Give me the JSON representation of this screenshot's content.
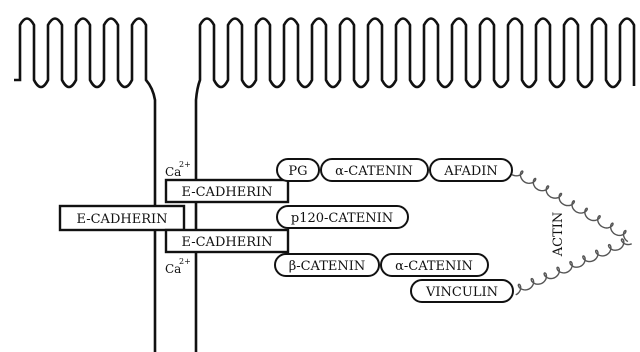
{
  "membrane": {
    "line_color": "#111111"
  },
  "calcium": {
    "symbol": "Ca",
    "charge": "2+"
  },
  "cadherins": {
    "top": "E-CADHERIN",
    "middle": "E-CADHERIN",
    "bottom": "E-CADHERIN"
  },
  "proteins": {
    "pg": "PG",
    "alpha_catenin_top": "α-CATENIN",
    "afadin": "AFADIN",
    "p120": "p120-CATENIN",
    "beta_catenin": "β-CATENIN",
    "alpha_catenin_bottom": "α-CATENIN",
    "vinculin": "VINCULIN"
  },
  "actin": {
    "label": "ACTIN"
  }
}
